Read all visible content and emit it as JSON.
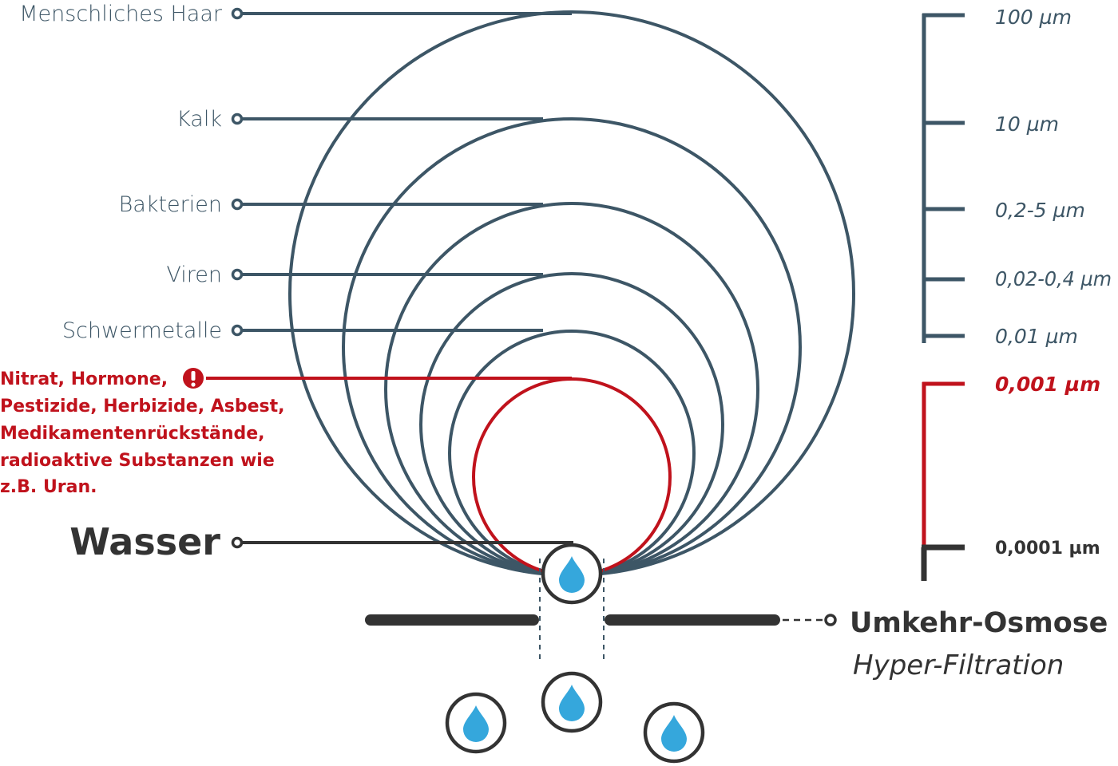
{
  "colors": {
    "slate": "#3d5666",
    "red": "#c0121c",
    "dark": "#333333",
    "drop": "#35a7dc"
  },
  "particles": [
    {
      "label": "Menschliches Haar",
      "size": "100 µm"
    },
    {
      "label": "Kalk",
      "size": "10 µm"
    },
    {
      "label": "Bakterien",
      "size": "0,2-5 µm"
    },
    {
      "label": "Viren",
      "size": "0,02-0,4 µm"
    },
    {
      "label": "Schwermetalle",
      "size": "0,01 µm"
    }
  ],
  "contaminants": {
    "lines": [
      "Nitrat, Hormone,",
      "Pestizide, Herbizide, Asbest,",
      "Medikamentenrückstände,",
      "radioaktive Substanzen wie",
      "z.B. Uran."
    ],
    "size": "0,001 µm",
    "icon": "exclamation-icon"
  },
  "water": {
    "label": "Wasser",
    "size": "0,0001 µm",
    "icon": "water-drop-icon"
  },
  "membrane": {
    "title": "Umkehr-Osmose",
    "subtitle": "Hyper-Filtration"
  }
}
